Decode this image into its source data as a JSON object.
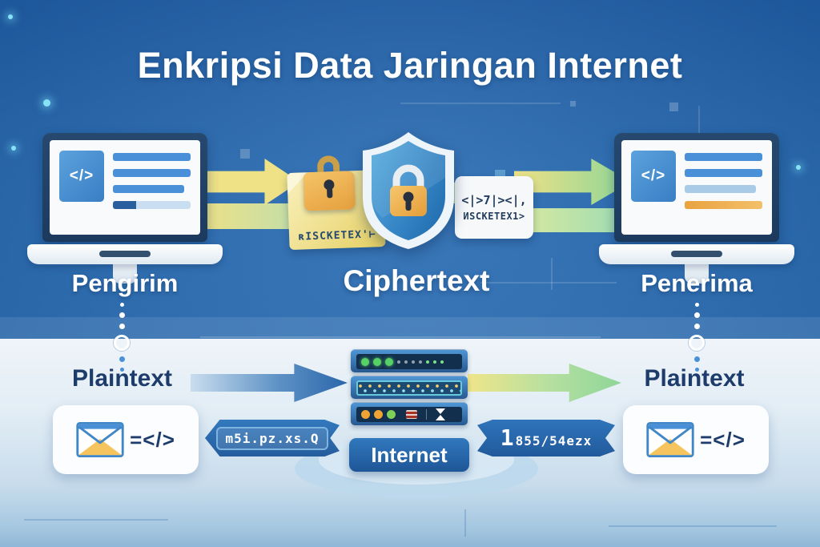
{
  "title": "Enkripsi Data Jaringan Internet",
  "sender": {
    "label": "Pengirim",
    "code_icon": "</>"
  },
  "receiver": {
    "label": "Penerima",
    "code_icon": "</>"
  },
  "shield": {
    "label": "Ciphertext"
  },
  "cipher_doc": {
    "text": "ʀISCKETEX'⊢"
  },
  "cipher_chip": {
    "line1": "<|>7|><|,",
    "line2": "ИSCKETEX1>"
  },
  "plaintext_left": {
    "label": "Plaintext",
    "code": "=</>"
  },
  "plaintext_right": {
    "label": "Plaintext",
    "code": "=</>"
  },
  "packet_left": {
    "text": "m5i.pz.xs.Q"
  },
  "packet_right": {
    "big": "1",
    "rest": "855/54ezx"
  },
  "internet": {
    "label": "Internet"
  },
  "colors": {
    "top_background": "#2a6cb2",
    "bottom_background": "#dceaf4",
    "title_text": "#ffffff",
    "label_navy": "#1d3c6b",
    "shield_blue": "#3f8cc9",
    "lock_orange": "#eda946",
    "arrow_yellow": "#eee186",
    "arrow_green": "#8ed698",
    "arrow_blue": "#2a66aa",
    "packet_blue": "#2f74ba",
    "envelope_yellow": "#f6c45f"
  }
}
